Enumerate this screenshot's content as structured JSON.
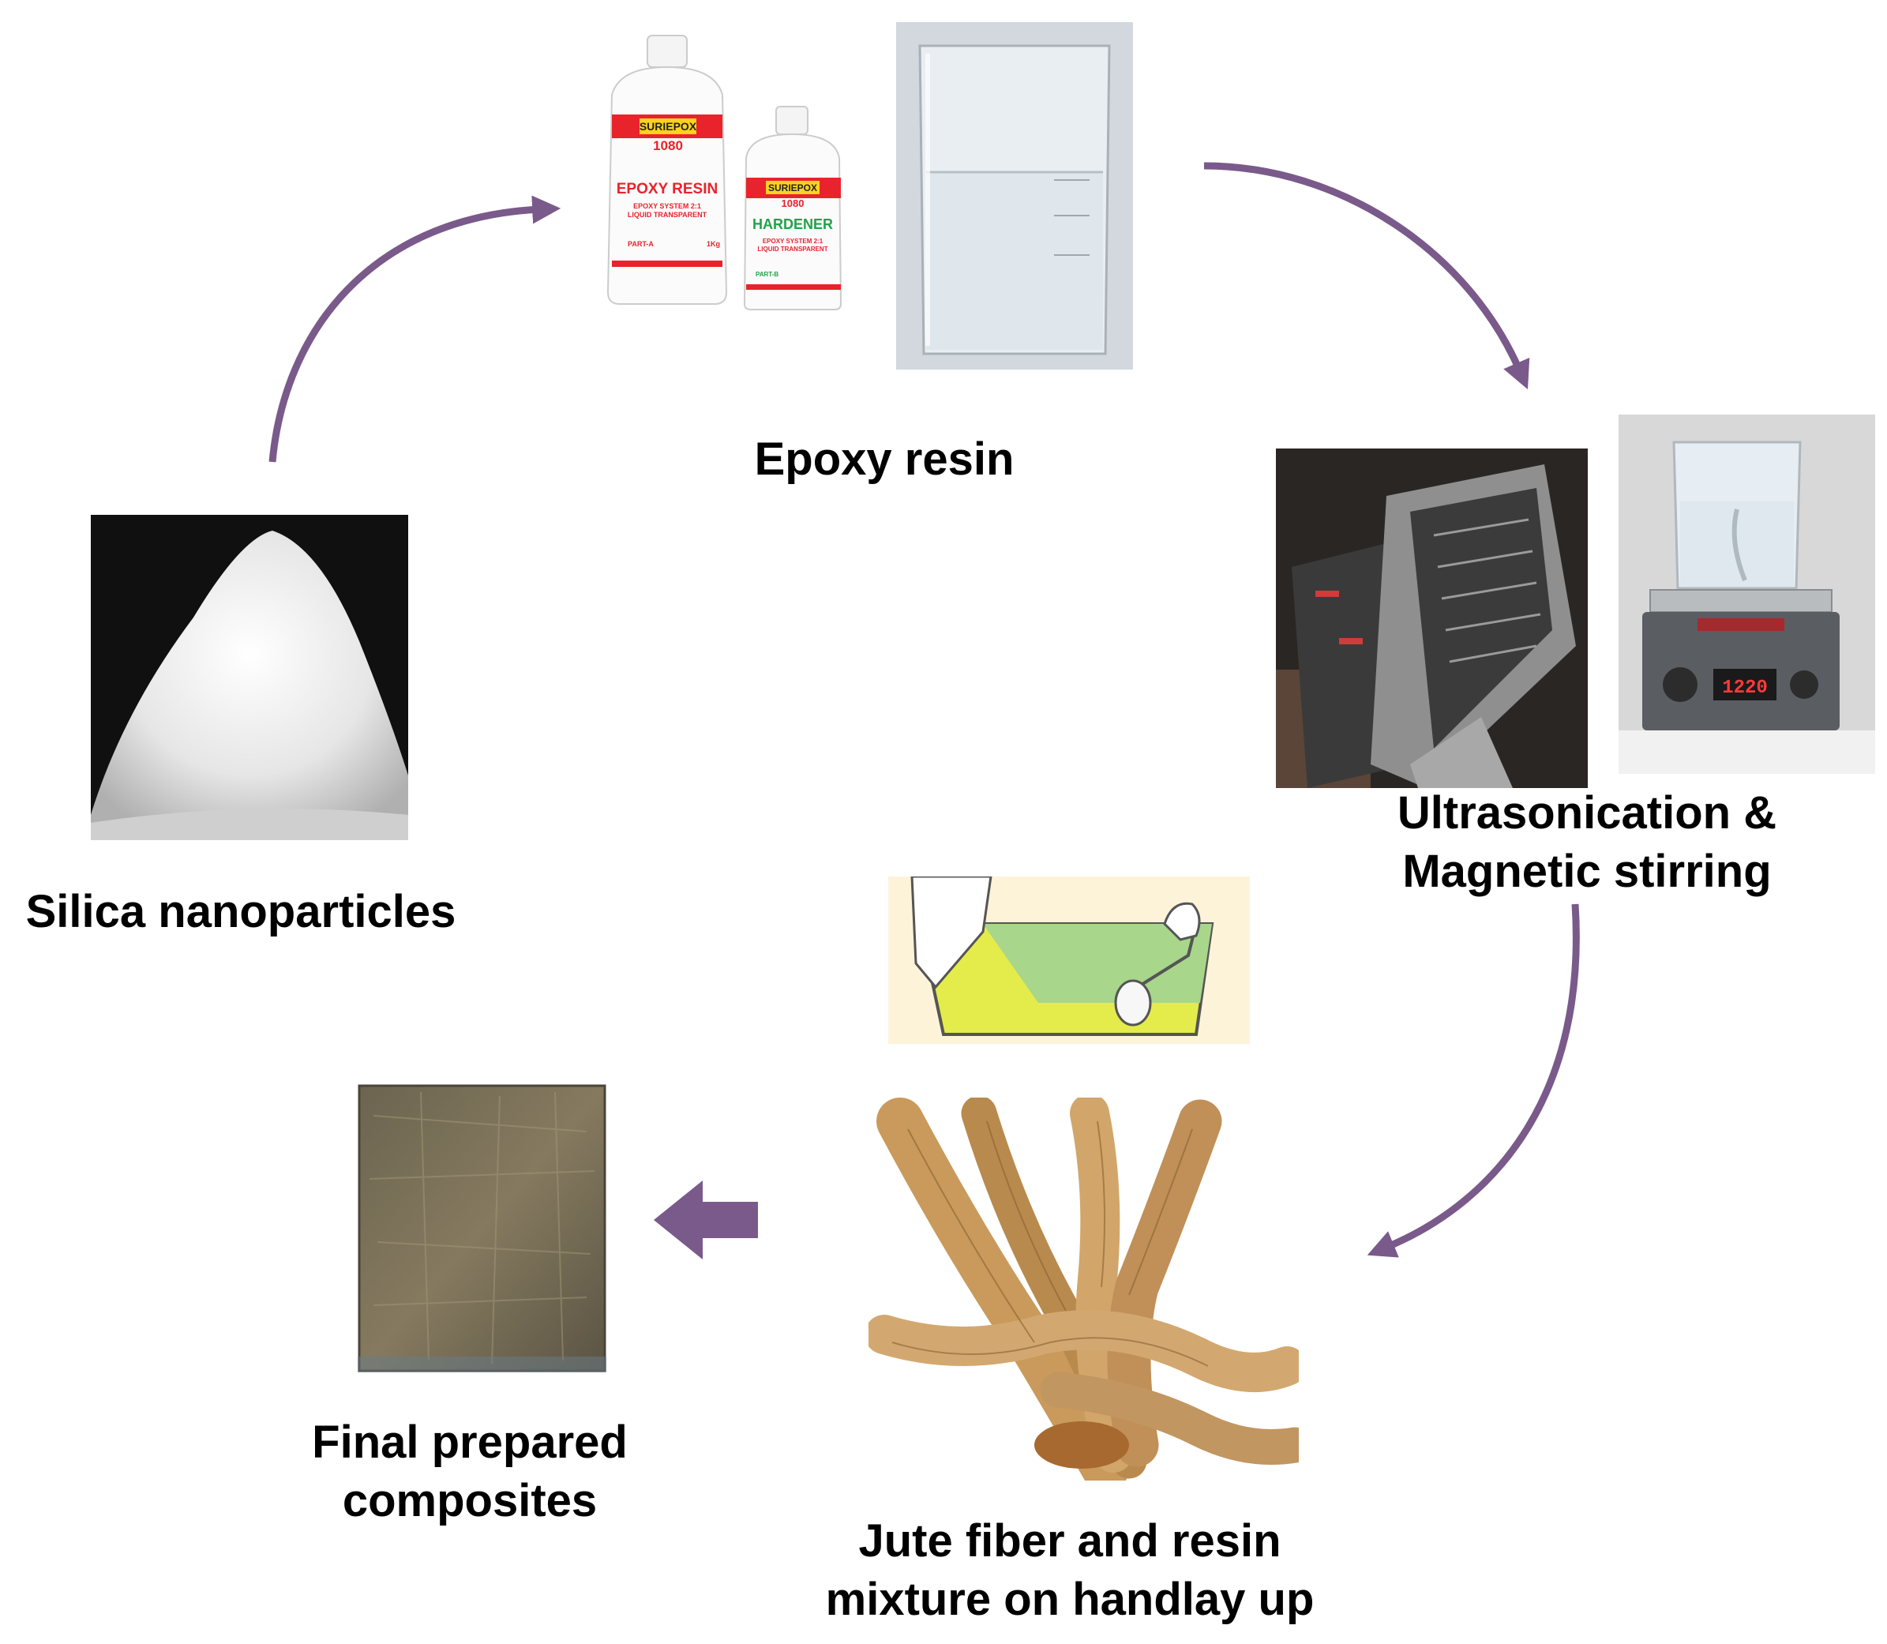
{
  "labels": {
    "epoxy": "Epoxy resin",
    "ultra_line1": "Ultrasonication &",
    "ultra_line2": "Magnetic stirring",
    "silica": "Silica nanoparticles",
    "final_line1": "Final prepared",
    "final_line2": "composites",
    "jute_line1": "Jute fiber and resin",
    "jute_line2": "mixture on handlay up"
  },
  "product": {
    "brand": "SURIEPOX",
    "code": "1080",
    "resin": "EPOXY RESIN",
    "resin_sub1": "EPOXY SYSTEM 2:1",
    "resin_sub2": "LIQUID TRANSPARENT",
    "part_a": "PART-A",
    "weight": "1Kg",
    "hardener": "HARDENER",
    "hardener_sub1": "EPOXY SYSTEM 2:1",
    "hardener_sub2": "LIQUID TRANSPARENT",
    "part_b": "PART-B"
  },
  "stirrer_display": "1220",
  "colors": {
    "arrow": "#7a5a8a",
    "label_red": "#e8232b",
    "label_yellow": "#ffd21f",
    "hardener_green": "#1fa34a",
    "jute": "#c99a5b",
    "tray_yellow": "#e3ec4a",
    "tray_green": "#a8d68a"
  }
}
